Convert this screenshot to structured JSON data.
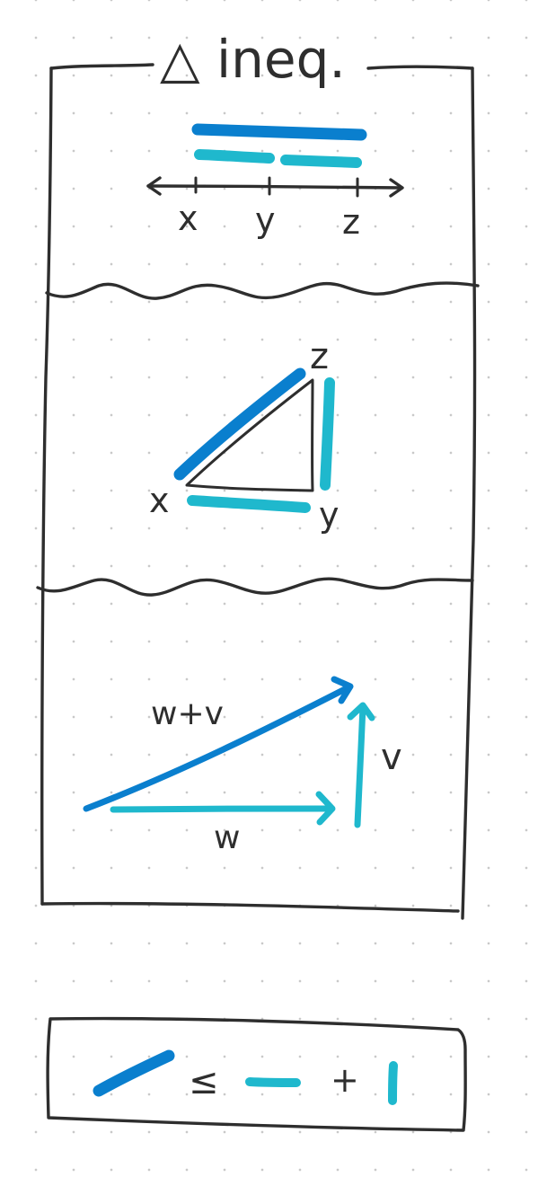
{
  "title": "△ ineq.",
  "colors": {
    "ink": "#2e2e2e",
    "blue": "#0a7fce",
    "cyan": "#1fb8cd"
  },
  "number_line": {
    "labels": [
      "x",
      "y",
      "z"
    ]
  },
  "triangle": {
    "labels": {
      "x": "x",
      "y": "y",
      "z": "z"
    }
  },
  "vectors": {
    "sum_label": "w+v",
    "w_label": "w",
    "v_label": "v"
  },
  "inequality": {
    "op_le": "≤",
    "op_plus": "+"
  }
}
